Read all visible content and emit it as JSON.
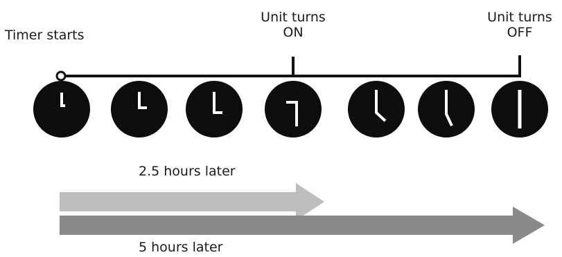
{
  "labels": {
    "timer_starts": "Timer starts",
    "unit_on_line1": "Unit turns",
    "unit_on_line2": "ON",
    "unit_off_line1": "Unit turns",
    "unit_off_line2": "OFF",
    "arrow_short": "2.5 hours later",
    "arrow_long": "5 hours later"
  },
  "colors": {
    "clock_face": "#0d0d0d",
    "hand": "#ffffff",
    "timeline": "#111111",
    "arrow_short": "#bdbdbd",
    "arrow_long": "#8a8a8a",
    "text": "#1a1a1a"
  }
}
